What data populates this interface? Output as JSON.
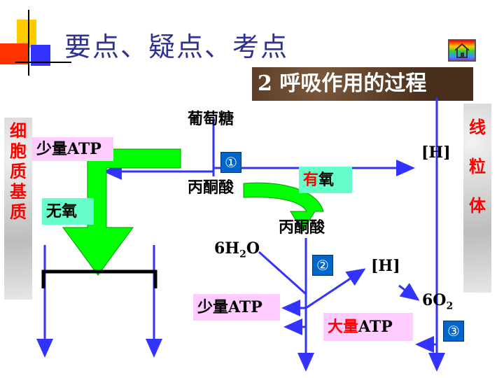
{
  "header": {
    "title": "要点、疑点、考点",
    "banner": "2  呼吸作用的过程",
    "home_icon": "house-icon"
  },
  "side_left": "细胞质基质",
  "side_right": "线粒体",
  "labels": {
    "glucose": "葡萄糖",
    "pyruvate_1": "丙酮酸",
    "pyruvate_2": "丙酮酸",
    "h_top": "[H]",
    "h_mid": "[H]",
    "water_prefix": "6H",
    "water_sub": "2",
    "water_suffix": "O",
    "oxygen_prefix": "6O",
    "oxygen_sub": "2"
  },
  "boxes": {
    "small_atp_1": "少量ATP",
    "small_atp_2": "少量ATP",
    "large_atp_red": "大量",
    "large_atp_black": "ATP",
    "aerobic_red": "有",
    "aerobic_black": "氧",
    "anaerobic": "无氧"
  },
  "steps": [
    "①",
    "②",
    "③"
  ],
  "colors": {
    "title": "#2e3192",
    "arrow_blue": "#3333ff",
    "arrow_green": "#00ff00",
    "pink_box": "#ffccff",
    "teal_box": "#66ffcc",
    "red_text": "#ff0000"
  }
}
